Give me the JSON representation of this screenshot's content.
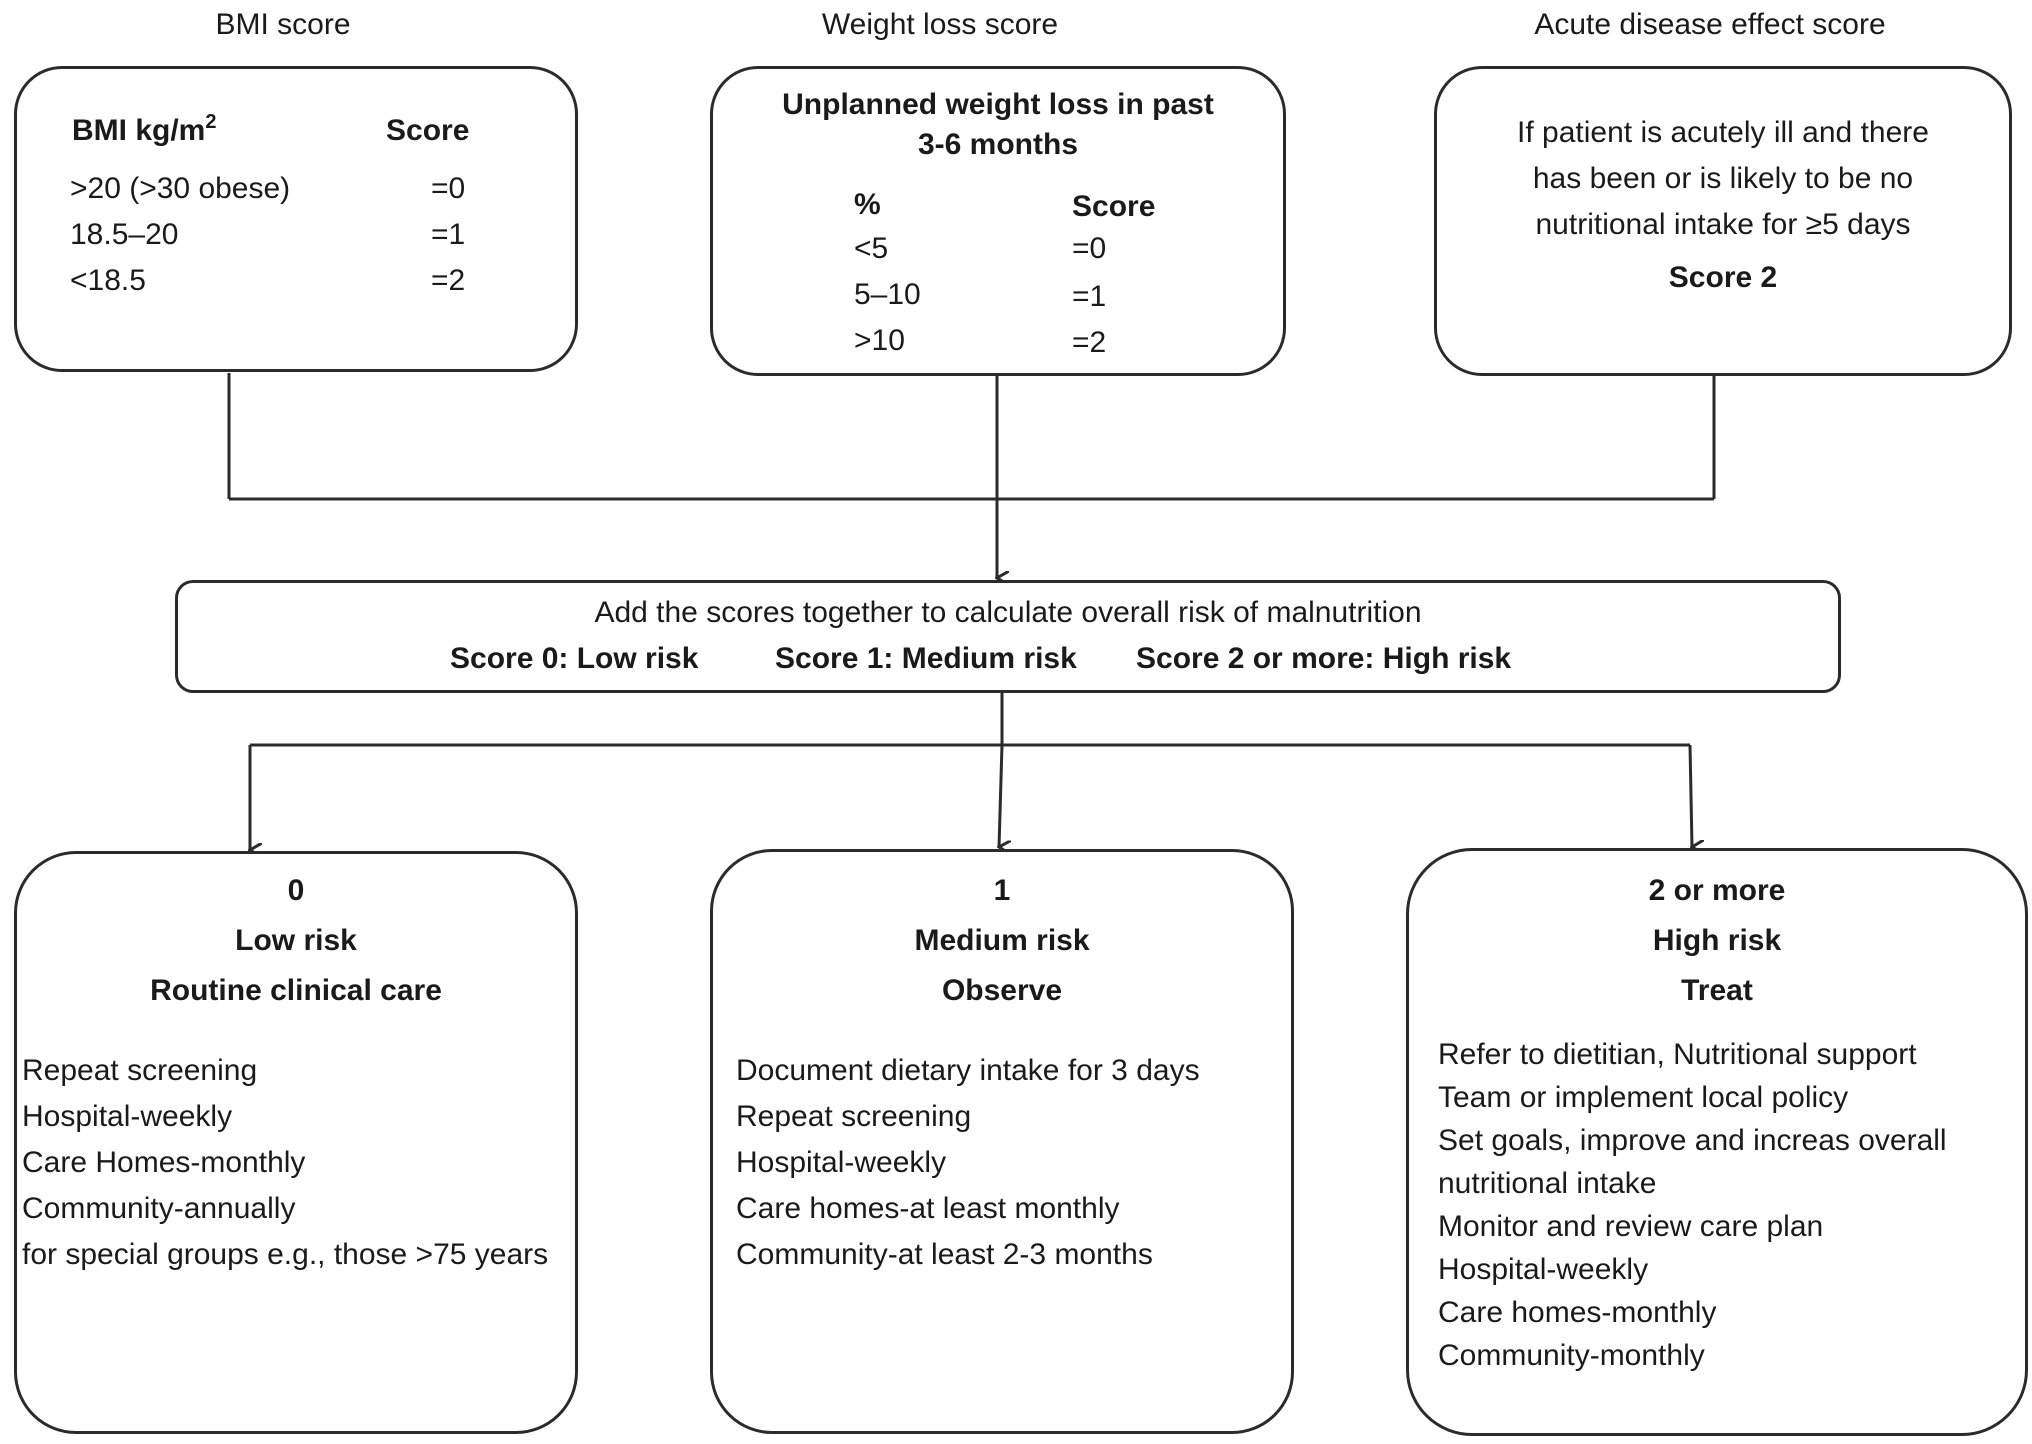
{
  "headers": {
    "bmi": "BMI score",
    "weight": "Weight loss score",
    "acute": "Acute disease effect score"
  },
  "bmi_box": {
    "col1_prefix": "BMI kg/m",
    "col1_sup": "2",
    "col2": "Score",
    "rows": [
      {
        "range": ">20 (>30 obese)",
        "score": "=0"
      },
      {
        "range": "18.5–20",
        "score": "=1"
      },
      {
        "range": "<18.5",
        "score": "=2"
      }
    ]
  },
  "weight_box": {
    "title_line1": "Unplanned weight loss in past",
    "title_line2": "3-6 months",
    "col1": "%",
    "col2": "Score",
    "rows": [
      {
        "range": "<5",
        "score": "=0"
      },
      {
        "range": "5–10",
        "score": "=1"
      },
      {
        "range": ">10",
        "score": "=2"
      }
    ]
  },
  "acute_box": {
    "line1": "If patient is acutely ill and there",
    "line2": "has been or is likely to be no",
    "line3": "nutritional intake for ≥5 days",
    "score": "Score 2"
  },
  "sum_box": {
    "line1": "Add the scores together to calculate overall risk of malnutrition",
    "low": "Score 0: Low risk",
    "medium": "Score 1: Medium risk",
    "high": "Score 2 or more: High risk"
  },
  "outcomes": {
    "low": {
      "score": "0",
      "risk": "Low risk",
      "action": "Routine clinical care",
      "items": [
        "Repeat screening",
        "Hospital-weekly",
        "Care Homes-monthly",
        "Community-annually",
        "for special groups e.g., those >75 years"
      ]
    },
    "medium": {
      "score": "1",
      "risk": "Medium risk",
      "action": "Observe",
      "items": [
        "Document dietary intake for 3 days",
        "Repeat screening",
        "Hospital-weekly",
        "Care homes-at least monthly",
        "Community-at least 2-3 months"
      ]
    },
    "high": {
      "score": "2 or more",
      "risk": "High risk",
      "action": "Treat",
      "items": [
        "Refer to dietitian, Nutritional support",
        "Team or implement local policy",
        "Set goals, improve and increas overall",
        "nutritional intake",
        "Monitor and review care plan",
        "Hospital-weekly",
        "Care homes-monthly",
        "Community-monthly"
      ]
    }
  }
}
